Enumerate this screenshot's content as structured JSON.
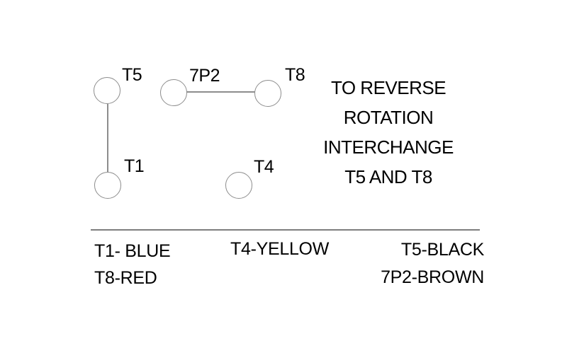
{
  "diagram": {
    "terminals": [
      {
        "id": "T5"
      },
      {
        "id": "T1"
      },
      {
        "id": "7P2"
      },
      {
        "id": "T8"
      },
      {
        "id": "T4"
      }
    ],
    "connections": [
      [
        "T5",
        "T1"
      ],
      [
        "7P2",
        "T8"
      ]
    ],
    "note_lines": [
      "TO REVERSE",
      "ROTATION",
      "INTERCHANGE",
      "T5 AND T8"
    ]
  },
  "legend": {
    "left_column": [
      "T1- BLUE",
      "T8-RED"
    ],
    "middle_column": [
      "T4-YELLOW"
    ],
    "right_column": [
      "T5-BLACK",
      "7P2-BROWN"
    ]
  },
  "colors": {
    "line": "#8d8d8d",
    "divider": "#7e7e7e",
    "text": "#000000",
    "background": "#ffffff"
  }
}
